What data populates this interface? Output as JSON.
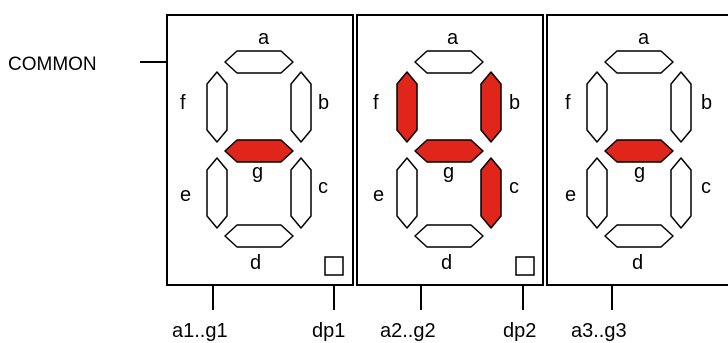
{
  "common_label": "COMMON",
  "colors": {
    "lit": "#e0261a",
    "unlit": "#ffffff",
    "outline": "#000000"
  },
  "digits": [
    {
      "segment_labels": {
        "a": "a",
        "b": "b",
        "c": "c",
        "d": "d",
        "e": "e",
        "f": "f",
        "g": "g"
      },
      "lit_segments": [
        "g"
      ],
      "segment_pins_label": "a1..g1",
      "dp_pin_label": "dp1",
      "dp_lit": false
    },
    {
      "segment_labels": {
        "a": "a",
        "b": "b",
        "c": "c",
        "d": "d",
        "e": "e",
        "f": "f",
        "g": "g"
      },
      "lit_segments": [
        "f",
        "b",
        "g",
        "c"
      ],
      "segment_pins_label": "a2..g2",
      "dp_pin_label": "dp2",
      "dp_lit": false
    },
    {
      "segment_labels": {
        "a": "a",
        "b": "b",
        "c": "c",
        "d": "d",
        "e": "e",
        "f": "f",
        "g": "g"
      },
      "lit_segments": [
        "g"
      ],
      "segment_pins_label": "a3..g3",
      "dp_pin_label": "",
      "dp_lit": false
    }
  ]
}
